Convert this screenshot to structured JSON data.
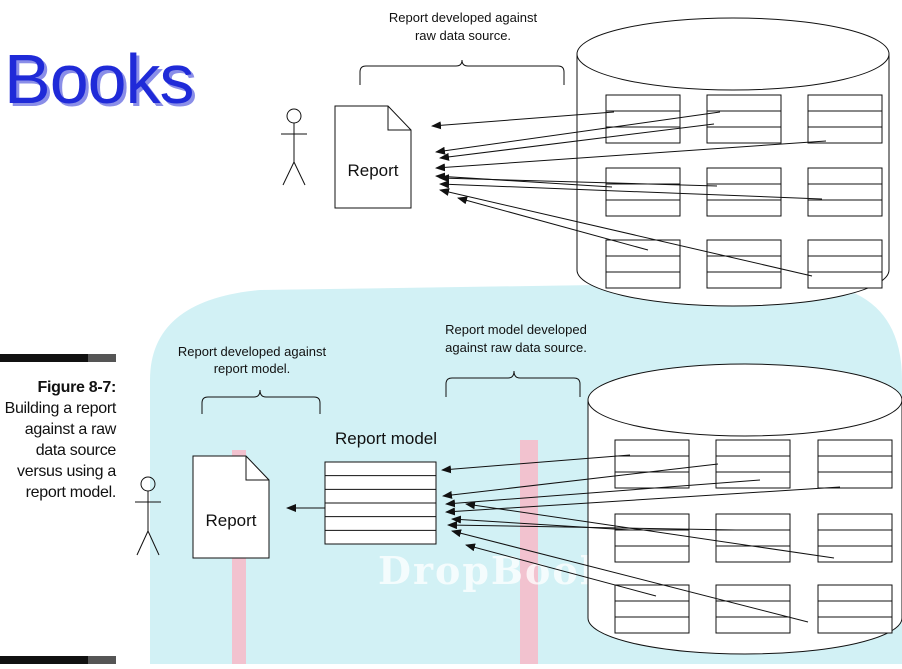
{
  "watermark": {
    "title_text": "Books",
    "stamp_text": "DropBooks",
    "accent_color": "#1f2ad8",
    "panel_color": "#d2f1f5",
    "stripe_color": "#f2c2cf"
  },
  "figure": {
    "label": "Figure 8-7:",
    "caption": "Building a report against a raw data source versus using a report model."
  },
  "top_section": {
    "brace_label_line1": "Report developed against",
    "brace_label_line2": "raw data source.",
    "report_label": "Report"
  },
  "bottom_section": {
    "left_brace_label_line1": "Report developed against",
    "left_brace_label_line2": "report model.",
    "right_brace_label_line1": "Report model developed",
    "right_brace_label_line2": "against raw data source.",
    "report_label": "Report",
    "model_label": "Report model"
  }
}
